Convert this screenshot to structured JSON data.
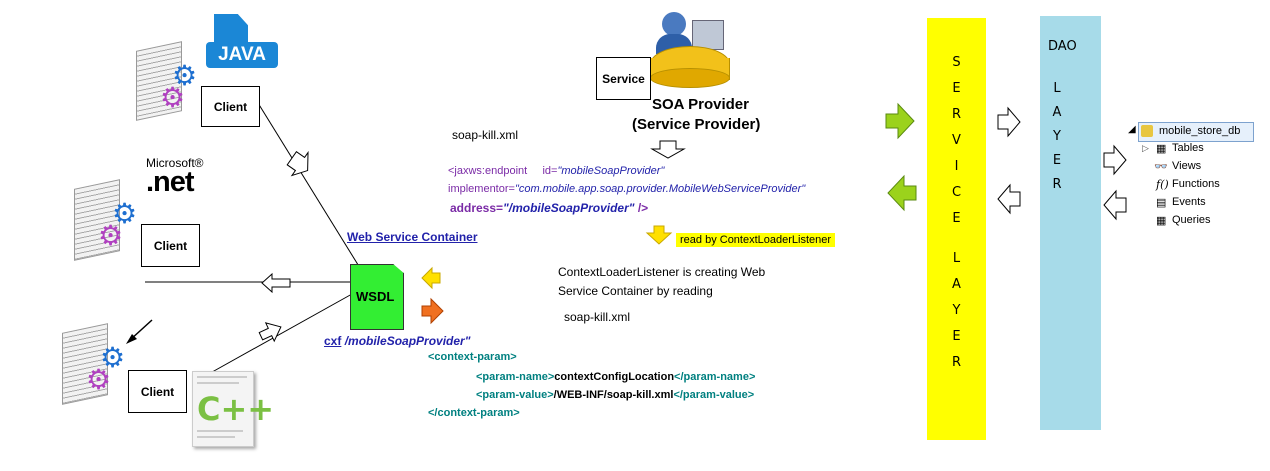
{
  "clients": [
    {
      "label": "Client",
      "tech": "JAVA"
    },
    {
      "label": "Client",
      "tech_small": "Microsoft®",
      "tech": ".net"
    },
    {
      "label": "Client",
      "tech": "C++"
    }
  ],
  "web_service_container": {
    "title": "Web Service Container",
    "wsdl": "WSDL",
    "cxf_prefix": "cxf",
    "cxf_path": "/mobileSoapProvider\""
  },
  "soa": {
    "service_label": "Service",
    "title_line1": "SOA Provider",
    "title_line2": "(Service Provider)"
  },
  "config": {
    "filename": "soap-kill.xml",
    "endpoint_tag": "<jaxws:endpoint",
    "id_attr": "id=",
    "id_value": "\"mobileSoapProvider\"",
    "implementor_attr": "implementor=",
    "implementor_value": "\"com.mobile.app.soap.provider.MobileWebServiceProvider\"",
    "address_attr": "address=",
    "address_value": "\"/mobileSoapProvider\"",
    "close": "/>",
    "read_by": "read by ContextLoaderListener",
    "desc_line1": "ContextLoaderListener is creating Web",
    "desc_line2": "Service Container by reading",
    "desc_file": "soap-kill.xml"
  },
  "context_param": {
    "open": "<context-param>",
    "name_open": "<param-name>",
    "name_value": "contextConfigLocation",
    "name_close": "</param-name>",
    "value_open": "<param-value>",
    "value_value": "/WEB-INF/soap-kill.xml",
    "value_close": "</param-value>",
    "close": "</context-param>"
  },
  "service_layer": {
    "letters": [
      "S",
      "E",
      "R",
      "V",
      "I",
      "C",
      "E",
      "",
      "L",
      "A",
      "Y",
      "E",
      "R"
    ],
    "color": "#FFFF00"
  },
  "dao_layer": {
    "title": "DAO",
    "letters": [
      "L",
      "A",
      "Y",
      "E",
      "R"
    ],
    "color": "#A7DBE9"
  },
  "db_tree": {
    "root": "mobile_store_db",
    "items": [
      "Tables",
      "Views",
      "Functions",
      "Events",
      "Queries"
    ]
  },
  "colors": {
    "arrow_green": "#9BD21C",
    "arrow_yellow": "#FFE000",
    "arrow_orange": "#F07020",
    "wsdl_green": "#33EE33",
    "link_blue": "#2222AA",
    "xml_purple": "#7A2AA6",
    "xml_green": "#008080"
  }
}
